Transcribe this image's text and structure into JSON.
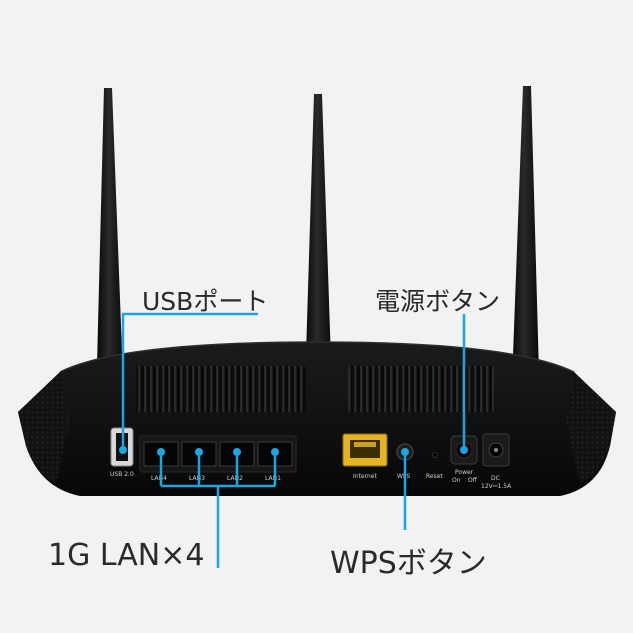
{
  "callouts": {
    "usb": "USBポート",
    "power": "電源ボタン",
    "lan": "1G LAN×4",
    "wps": "WPSボタン"
  },
  "port_labels": {
    "usb": "USB 2.0",
    "lan4": "LAN4",
    "lan3": "LAN3",
    "lan2": "LAN2",
    "lan1": "LAN1",
    "internet": "Internet",
    "wps": "WPS",
    "reset": "Reset",
    "power": "Power",
    "power_on": "On",
    "power_off": "Off",
    "dc": "DC",
    "dc_rating": "12V⎓1.5A"
  },
  "colors": {
    "background": "#f2f2f3",
    "router_body": "#111111",
    "callout_line": "#1aa6e0",
    "ethernet_yellow": "#e6b422",
    "text": "#2a2a2a"
  }
}
